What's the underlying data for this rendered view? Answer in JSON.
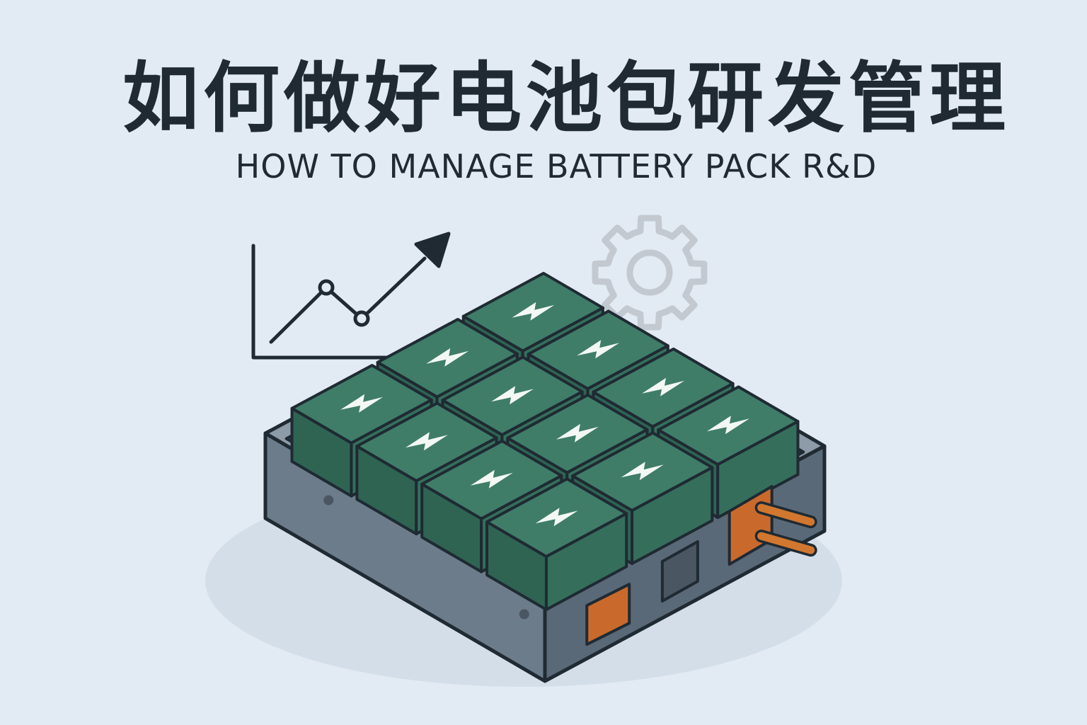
{
  "title": "如何做好电池包研发管理",
  "subtitle": "HOW TO MANAGE BATTERY PACK R&D",
  "illustration": {
    "icons": [
      "line-chart-icon",
      "gear-icon",
      "battery-pack-icon",
      "lightning-bolt-icon",
      "plug-icon"
    ],
    "cells_rows": 4,
    "cells_cols": 3,
    "colors": {
      "background": "#e2ebf3",
      "text": "#1f2a33",
      "cell": "#3f7d68",
      "casing": "#6f7f8e",
      "connector": "#c96a2c",
      "gear": "#c6ccd3"
    }
  }
}
